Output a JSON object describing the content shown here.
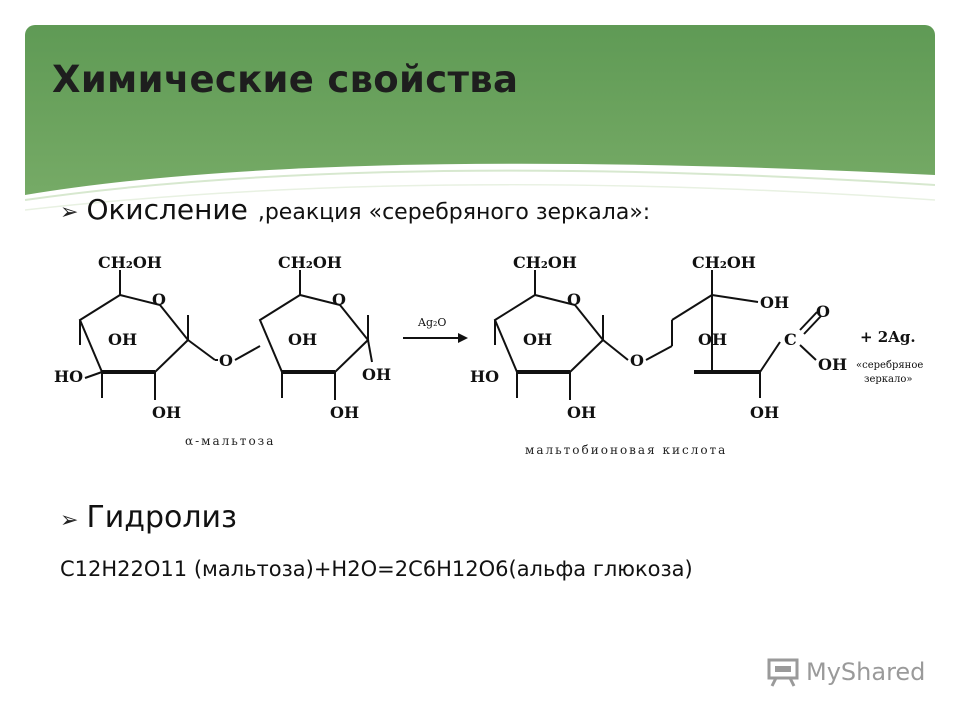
{
  "slide": {
    "title": "Химические свойства",
    "bullets": [
      {
        "main": "Окисление",
        "extra": ",реакция «серебряного зеркала»:"
      },
      {
        "main": "Гидролиз"
      }
    ],
    "formula": "С12Н22О11 (мальтоза)+Н2О=2С6Н12О6(альфа глюкоза)"
  },
  "diagram": {
    "labels": {
      "ch2oh": "CH₂OH",
      "o": "O",
      "oh": "OH",
      "ho": "HO",
      "c": "C",
      "reagent": "Ag₂O",
      "product_ag": "+ 2Ag.",
      "mirror_line1": "«серебряное",
      "mirror_line2": "зеркало»"
    },
    "captions": {
      "left": "α-мальтоза",
      "right": "мальтобионовая кислота"
    }
  },
  "watermark": {
    "text": "MyShared",
    "icon": "presentation-board-icon"
  }
}
